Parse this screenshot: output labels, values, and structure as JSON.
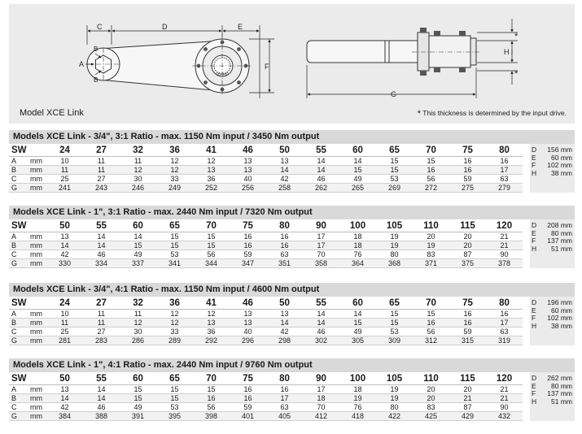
{
  "drawing": {
    "model_label": "Model XCE Link",
    "footnote": "This thickness is determined by the input drive.",
    "footnote_marker": "*",
    "hub_marking": "60.340",
    "dimension_labels": [
      "A",
      "B",
      "B",
      "C",
      "D",
      "E",
      "F",
      "G",
      "H",
      "*",
      "*"
    ]
  },
  "tables": [
    {
      "title_bold": "Models XCE Link - 3/4\", 3:1 Ratio",
      "title_rest": " -  max. 1150 Nm input  / 3450 Nm output",
      "header_label": "SW",
      "sizes": [
        "24",
        "27",
        "32",
        "36",
        "41",
        "46",
        "50",
        "55",
        "60",
        "65",
        "70",
        "75",
        "80"
      ],
      "rows": [
        {
          "label": "A",
          "unit": "mm",
          "values": [
            "10",
            "11",
            "11",
            "12",
            "12",
            "13",
            "13",
            "14",
            "14",
            "15",
            "15",
            "16",
            "16"
          ]
        },
        {
          "label": "B",
          "unit": "mm",
          "values": [
            "11",
            "11",
            "12",
            "12",
            "13",
            "13",
            "14",
            "14",
            "15",
            "15",
            "16",
            "16",
            "17"
          ]
        },
        {
          "label": "C",
          "unit": "mm",
          "values": [
            "25",
            "27",
            "30",
            "33",
            "36",
            "40",
            "42",
            "46",
            "49",
            "53",
            "56",
            "59",
            "63"
          ]
        },
        {
          "label": "G",
          "unit": "mm",
          "values": [
            "241",
            "243",
            "246",
            "249",
            "252",
            "256",
            "258",
            "262",
            "265",
            "269",
            "272",
            "275",
            "279"
          ]
        }
      ],
      "dims": [
        {
          "key": "D",
          "value": "156 mm"
        },
        {
          "key": "E",
          "value": "60 mm"
        },
        {
          "key": "F",
          "value": "102 mm"
        },
        {
          "key": "H",
          "value": "38 mm"
        }
      ]
    },
    {
      "title_bold": "Models XCE Link - 1\", 3:1 Ratio",
      "title_rest": "  -  max. 2440 Nm input  / 7320 Nm output",
      "header_label": "SW",
      "sizes": [
        "50",
        "55",
        "60",
        "65",
        "70",
        "75",
        "80",
        "90",
        "100",
        "105",
        "110",
        "115",
        "120"
      ],
      "rows": [
        {
          "label": "A",
          "unit": "mm",
          "values": [
            "13",
            "14",
            "14",
            "15",
            "15",
            "16",
            "16",
            "17",
            "18",
            "19",
            "20",
            "20",
            "21"
          ]
        },
        {
          "label": "B",
          "unit": "mm",
          "values": [
            "14",
            "14",
            "15",
            "15",
            "15",
            "16",
            "16",
            "17",
            "18",
            "19",
            "19",
            "20",
            "21"
          ]
        },
        {
          "label": "C",
          "unit": "mm",
          "values": [
            "42",
            "46",
            "49",
            "53",
            "56",
            "59",
            "63",
            "70",
            "76",
            "80",
            "83",
            "87",
            "90"
          ]
        },
        {
          "label": "G",
          "unit": "mm",
          "values": [
            "330",
            "334",
            "337",
            "341",
            "344",
            "347",
            "351",
            "358",
            "364",
            "368",
            "371",
            "375",
            "378"
          ]
        }
      ],
      "dims": [
        {
          "key": "D",
          "value": "208 mm"
        },
        {
          "key": "E",
          "value": "80 mm"
        },
        {
          "key": "F",
          "value": "137 mm"
        },
        {
          "key": "H",
          "value": "51 mm"
        }
      ]
    },
    {
      "title_bold": "Models XCE Link - 3/4\", 4:1 Ratio",
      "title_rest": " -  max. 1150 Nm input  / 4600 Nm output",
      "header_label": "SW",
      "sizes": [
        "24",
        "27",
        "32",
        "36",
        "41",
        "46",
        "50",
        "55",
        "60",
        "65",
        "70",
        "75",
        "80"
      ],
      "rows": [
        {
          "label": "A",
          "unit": "mm",
          "values": [
            "10",
            "11",
            "11",
            "12",
            "12",
            "13",
            "13",
            "14",
            "14",
            "15",
            "15",
            "16",
            "16"
          ]
        },
        {
          "label": "B",
          "unit": "mm",
          "values": [
            "11",
            "11",
            "12",
            "12",
            "13",
            "13",
            "14",
            "14",
            "15",
            "15",
            "16",
            "16",
            "17"
          ]
        },
        {
          "label": "C",
          "unit": "mm",
          "values": [
            "25",
            "27",
            "30",
            "33",
            "36",
            "40",
            "42",
            "46",
            "49",
            "53",
            "56",
            "59",
            "63"
          ]
        },
        {
          "label": "G",
          "unit": "mm",
          "values": [
            "281",
            "283",
            "286",
            "289",
            "292",
            "296",
            "298",
            "302",
            "305",
            "309",
            "312",
            "315",
            "319"
          ]
        }
      ],
      "dims": [
        {
          "key": "D",
          "value": "196 mm"
        },
        {
          "key": "E",
          "value": "60 mm"
        },
        {
          "key": "F",
          "value": "102 mm"
        },
        {
          "key": "H",
          "value": "38 mm"
        }
      ]
    },
    {
      "title_bold": "Models XCE Link - 1\", 4:1 Ratio",
      "title_rest": " -  max. 2440 Nm input  / 9760 Nm output",
      "header_label": "SW",
      "sizes": [
        "50",
        "55",
        "60",
        "65",
        "70",
        "75",
        "80",
        "90",
        "100",
        "105",
        "110",
        "115",
        "120"
      ],
      "rows": [
        {
          "label": "A",
          "unit": "mm",
          "values": [
            "13",
            "14",
            "15",
            "15",
            "15",
            "16",
            "16",
            "17",
            "18",
            "19",
            "20",
            "20",
            "21"
          ]
        },
        {
          "label": "B",
          "unit": "mm",
          "values": [
            "14",
            "14",
            "15",
            "15",
            "16",
            "16",
            "17",
            "18",
            "19",
            "19",
            "20",
            "21",
            "21"
          ]
        },
        {
          "label": "C",
          "unit": "mm",
          "values": [
            "42",
            "46",
            "49",
            "53",
            "56",
            "59",
            "63",
            "70",
            "76",
            "80",
            "83",
            "87",
            "90"
          ]
        },
        {
          "label": "G",
          "unit": "mm",
          "values": [
            "384",
            "388",
            "391",
            "395",
            "398",
            "401",
            "405",
            "412",
            "418",
            "422",
            "425",
            "429",
            "432"
          ]
        }
      ],
      "dims": [
        {
          "key": "D",
          "value": "262 mm"
        },
        {
          "key": "E",
          "value": "80 mm"
        },
        {
          "key": "F",
          "value": "137 mm"
        },
        {
          "key": "H",
          "value": "51 mm"
        }
      ]
    }
  ]
}
